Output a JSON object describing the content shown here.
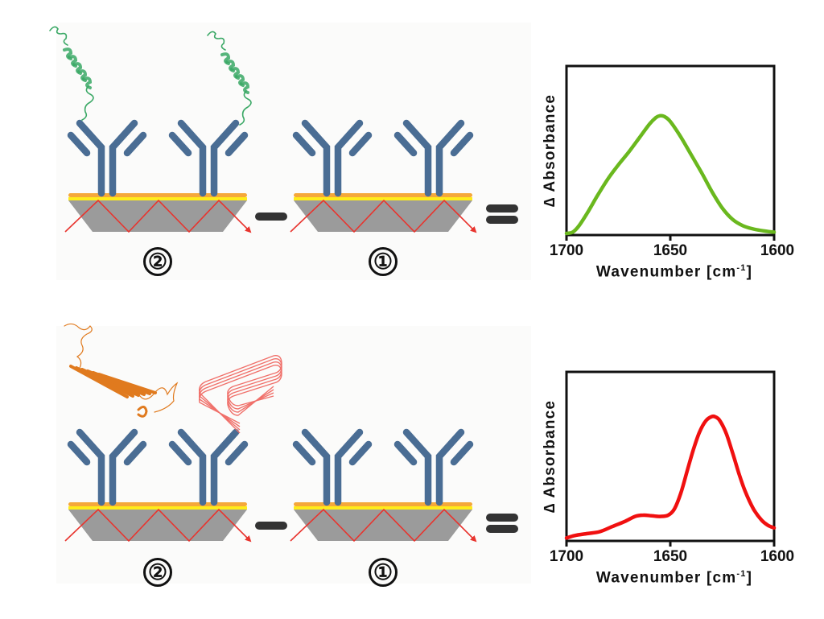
{
  "colors": {
    "antibody": "#4a6d94",
    "gold_layer": "#f5a83a",
    "yellow_layer": "#ffec1a",
    "prism": "#9b9b9b",
    "beam": "#e8342e",
    "operator": "#333333",
    "helical_peptide": "#3aa865",
    "beta_sheet_fibril": "#e07a1e",
    "amyloid_outline": "#f0706a"
  },
  "rows": [
    {
      "name": "alpha-helix-row",
      "sample_label": "②",
      "reference_label": "①",
      "operator_minus": "−",
      "operator_equals": "="
    },
    {
      "name": "beta-sheet-row",
      "sample_label": "②",
      "reference_label": "①",
      "operator_minus": "−",
      "operator_equals": "="
    }
  ],
  "chart_data": [
    {
      "type": "line",
      "title": "",
      "xlabel": "Wavenumber [cm-1]",
      "xlabel_main": "Wavenumber [cm",
      "xlabel_sup": "-1",
      "xlabel_end": "]",
      "ylabel": "∆ Absorbance",
      "xlim": [
        1700,
        1600
      ],
      "ylim": [
        0,
        1
      ],
      "x_ticks": [
        "1700",
        "1650",
        "1600"
      ],
      "y_ticks": [],
      "grid": false,
      "legend": "none",
      "series": [
        {
          "name": "alpha-helical spectrum",
          "color": "#6ab81e",
          "x": [
            1700,
            1697,
            1694,
            1690,
            1685,
            1680,
            1675,
            1670,
            1665,
            1660,
            1657,
            1655,
            1653,
            1650,
            1645,
            1640,
            1635,
            1630,
            1625,
            1620,
            1615,
            1610,
            1605,
            1600
          ],
          "y": [
            0.0,
            0.01,
            0.06,
            0.16,
            0.3,
            0.43,
            0.54,
            0.64,
            0.75,
            0.86,
            0.91,
            0.925,
            0.92,
            0.88,
            0.76,
            0.62,
            0.48,
            0.33,
            0.2,
            0.11,
            0.06,
            0.035,
            0.02,
            0.01
          ]
        }
      ]
    },
    {
      "type": "line",
      "title": "",
      "xlabel": "Wavenumber [cm-1]",
      "xlabel_main": "Wavenumber [cm",
      "xlabel_sup": "-1",
      "xlabel_end": "]",
      "ylabel": "∆ Absorbance",
      "xlim": [
        1700,
        1600
      ],
      "ylim": [
        0,
        1
      ],
      "x_ticks": [
        "1700",
        "1650",
        "1600"
      ],
      "y_ticks": [],
      "grid": false,
      "legend": "none",
      "series": [
        {
          "name": "beta-sheet spectrum",
          "color": "#f01010",
          "x": [
            1700,
            1696,
            1690,
            1684,
            1678,
            1672,
            1667,
            1663,
            1659,
            1655,
            1651,
            1648,
            1645,
            1642,
            1639,
            1636,
            1633,
            1630,
            1628,
            1626,
            1623,
            1620,
            1617,
            1614,
            1610,
            1606,
            1603,
            1600
          ],
          "y": [
            0.01,
            0.03,
            0.045,
            0.06,
            0.1,
            0.14,
            0.18,
            0.19,
            0.185,
            0.18,
            0.19,
            0.24,
            0.36,
            0.53,
            0.7,
            0.84,
            0.93,
            0.965,
            0.96,
            0.93,
            0.83,
            0.68,
            0.52,
            0.38,
            0.24,
            0.15,
            0.11,
            0.09
          ]
        }
      ]
    }
  ]
}
